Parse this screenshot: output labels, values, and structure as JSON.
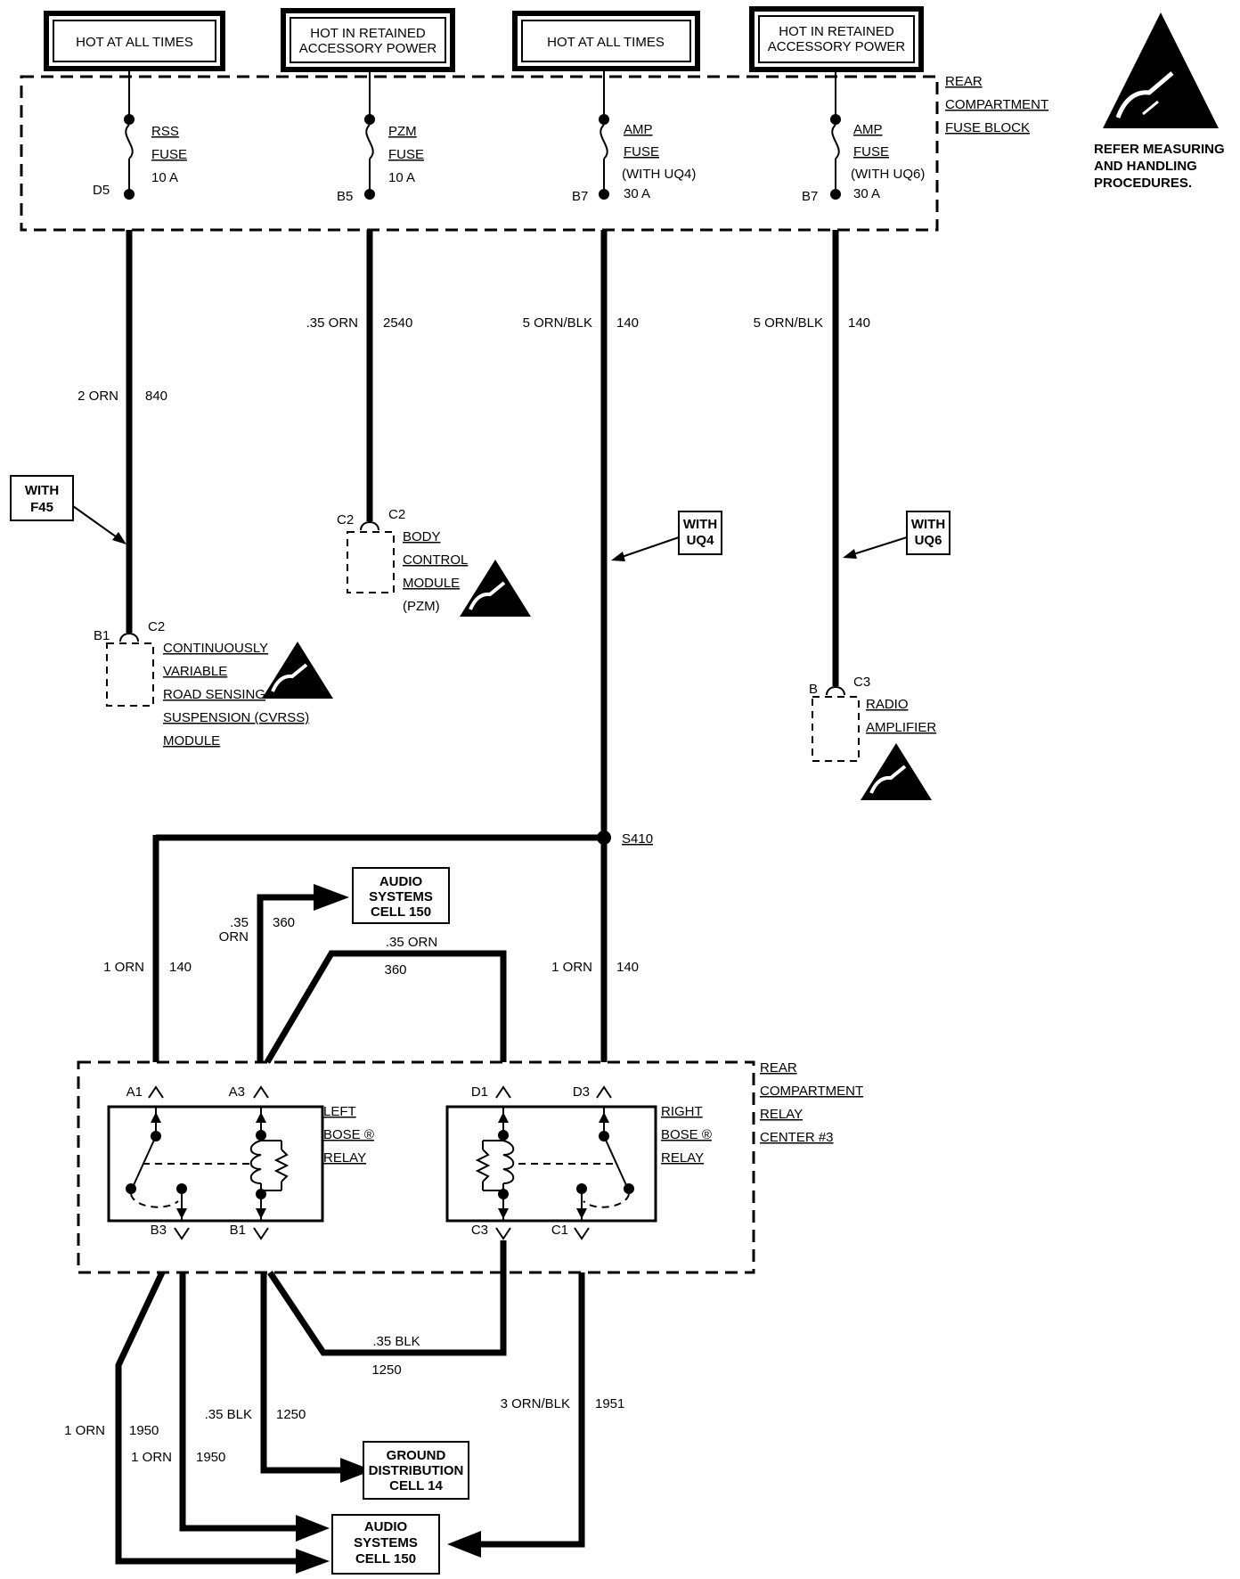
{
  "power_labels": {
    "p1": "HOT AT ALL TIMES",
    "p2_l1": "HOT IN RETAINED",
    "p2_l2": "ACCESSORY POWER",
    "p3": "HOT AT ALL TIMES",
    "p4_l1": "HOT IN RETAINED",
    "p4_l2": "ACCESSORY POWER"
  },
  "fuse_block": {
    "l1": "REAR",
    "l2": "COMPARTMENT",
    "l3": "FUSE BLOCK"
  },
  "esd_note": {
    "l1": "REFER MEASURING",
    "l2": "AND HANDLING",
    "l3": "PROCEDURES."
  },
  "fuses": [
    {
      "name": "RSS",
      "fuse": "FUSE",
      "rating": "10 A",
      "pin": "D5",
      "extra": ""
    },
    {
      "name": "PZM",
      "fuse": "FUSE",
      "rating": "10 A",
      "pin": "B5",
      "extra": ""
    },
    {
      "name": "AMP",
      "fuse": "FUSE",
      "rating": "30 A",
      "pin": "B7",
      "extra": "(WITH UQ4)"
    },
    {
      "name": "AMP",
      "fuse": "FUSE",
      "rating": "30 A",
      "pin": "B7",
      "extra": "(WITH UQ6)"
    }
  ],
  "wires": {
    "w1_gauge": "2 ORN",
    "w1_circuit": "840",
    "w2_gauge": ".35 ORN",
    "w2_circuit": "2540",
    "w3_gauge": "5 ORN/BLK",
    "w3_circuit": "140",
    "w4_gauge": "5 ORN/BLK",
    "w4_circuit": "140",
    "a1_gauge": "1 ORN",
    "a1_circuit": "140",
    "d3_gauge": "1 ORN",
    "d3_circuit": "140",
    "a3_gauge_l1": ".35",
    "a3_gauge_l2": "ORN",
    "a3_circuit": "360",
    "d1_gauge": ".35 ORN",
    "d1_circuit": "360",
    "c3_gauge": ".35 BLK",
    "c3_circuit": "1250",
    "b1_gauge": ".35 BLK",
    "b1_circuit": "1250",
    "b3a_gauge": "1 ORN",
    "b3a_circuit": "1950",
    "b3b_gauge": "1 ORN",
    "b3b_circuit": "1950",
    "c1_gauge": "3 ORN/BLK",
    "c1_circuit": "1951"
  },
  "options": {
    "f45_l1": "WITH",
    "f45_l2": "F45",
    "uq4_l1": "WITH",
    "uq4_l2": "UQ4",
    "uq6_l1": "WITH",
    "uq6_l2": "UQ6"
  },
  "splice": "S410",
  "modules": {
    "cvrss": {
      "conn": "C2",
      "pin": "B1",
      "l1": "CONTINUOUSLY",
      "l2": "VARIABLE",
      "l3": "ROAD SENSING",
      "l4": "SUSPENSION (CVRSS)",
      "l5": "MODULE"
    },
    "bcm": {
      "conn": "C2",
      "pin": "C2",
      "l1": "BODY",
      "l2": "CONTROL",
      "l3": "MODULE",
      "l4": "(PZM)"
    },
    "amp": {
      "conn": "C3",
      "pin": "B",
      "l1": "RADIO",
      "l2": "AMPLIFIER"
    }
  },
  "relay_center": {
    "l1": "REAR",
    "l2": "COMPARTMENT",
    "l3": "RELAY",
    "l4": "CENTER #3"
  },
  "left_relay": {
    "l1": "LEFT",
    "l2": "BOSE ®",
    "l3": "RELAY",
    "pins": [
      "A1",
      "A3",
      "B3",
      "B1"
    ]
  },
  "right_relay": {
    "l1": "RIGHT",
    "l2": "BOSE ®",
    "l3": "RELAY",
    "pins": [
      "D1",
      "D3",
      "C3",
      "C1"
    ]
  },
  "refs": {
    "audio_top": {
      "l1": "AUDIO",
      "l2": "SYSTEMS",
      "l3": "CELL 150"
    },
    "ground": {
      "l1": "GROUND",
      "l2": "DISTRIBUTION",
      "l3": "CELL 14"
    },
    "audio_bottom": {
      "l1": "AUDIO",
      "l2": "SYSTEMS",
      "l3": "CELL 150"
    }
  },
  "colors": {
    "ink": "#000000",
    "paper": "#ffffff"
  }
}
